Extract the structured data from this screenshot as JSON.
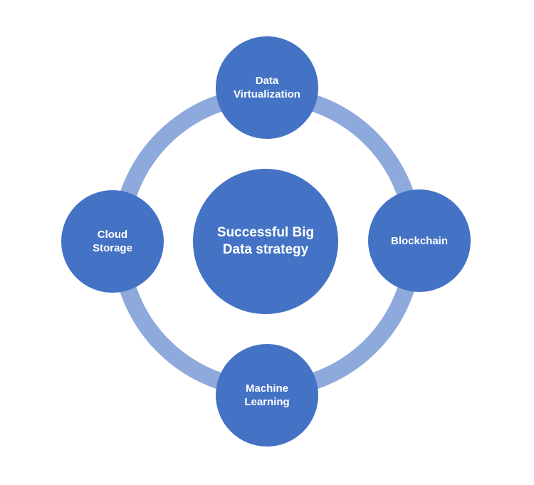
{
  "colors": {
    "node_fill": "#4472C4",
    "ring_stroke": "#8EA9DB",
    "text": "#FFFFFF"
  },
  "center_node": {
    "label": "Successful Big\nData strategy"
  },
  "nodes": {
    "top": {
      "label": "Data\nVirtualization"
    },
    "right": {
      "label": "Blockchain"
    },
    "bottom": {
      "label": "Machine\nLearning"
    },
    "left": {
      "label": "Cloud\nStorage"
    }
  }
}
